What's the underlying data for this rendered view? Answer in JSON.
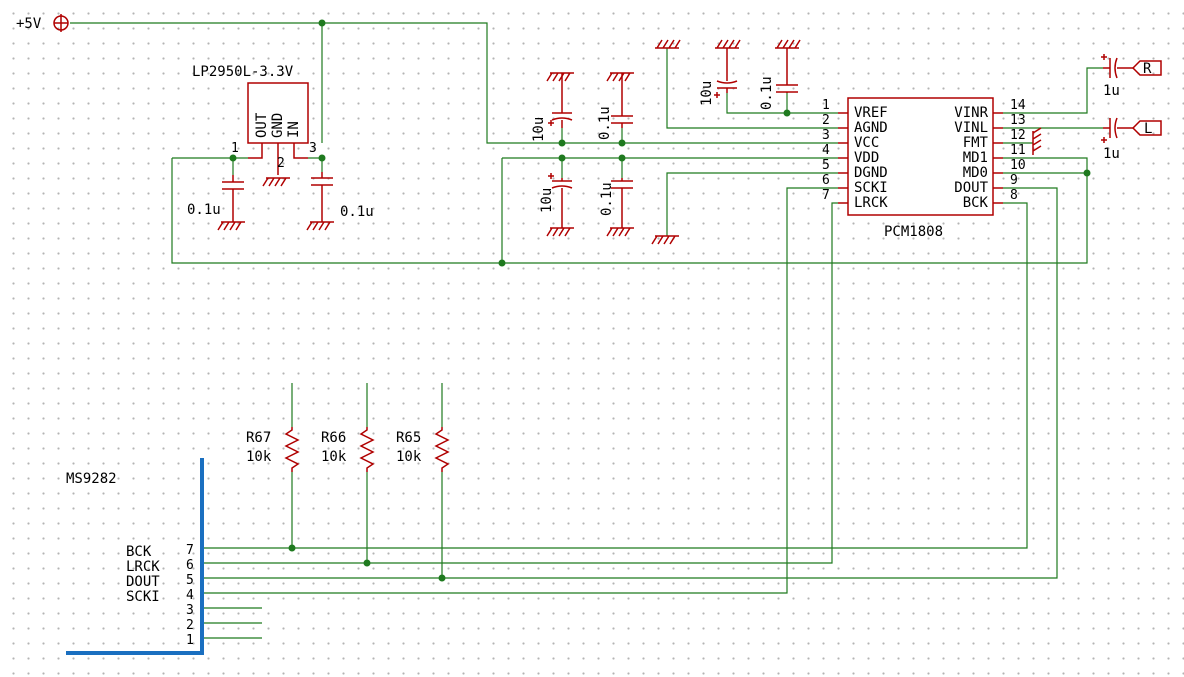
{
  "power": {
    "label": "+5V"
  },
  "regulator": {
    "part": "LP2950L-3.3V",
    "pins": [
      "OUT",
      "GND",
      "IN"
    ],
    "pin_numbers": [
      "1",
      "2",
      "3"
    ],
    "cap_left": "0.1u",
    "cap_right": "0.1u"
  },
  "decoupling": {
    "c_top_bulk": "10u",
    "c_top_cer": "0.1u",
    "c_bot_bulk": "10u",
    "c_bot_cer": "0.1u",
    "c_vref_bulk": "10u",
    "c_vref_cer": "0.1u"
  },
  "dac": {
    "part": "PCM1808",
    "left_pins": [
      {
        "num": "1",
        "name": "VREF"
      },
      {
        "num": "2",
        "name": "AGND"
      },
      {
        "num": "3",
        "name": "VCC"
      },
      {
        "num": "4",
        "name": "VDD"
      },
      {
        "num": "5",
        "name": "DGND"
      },
      {
        "num": "6",
        "name": "SCKI"
      },
      {
        "num": "7",
        "name": "LRCK"
      }
    ],
    "right_pins": [
      {
        "num": "14",
        "name": "VINR"
      },
      {
        "num": "13",
        "name": "VINL"
      },
      {
        "num": "12",
        "name": "FMT"
      },
      {
        "num": "11",
        "name": "MD1"
      },
      {
        "num": "10",
        "name": "MD0"
      },
      {
        "num": "9",
        "name": "DOUT"
      },
      {
        "num": "8",
        "name": "BCK"
      }
    ]
  },
  "inputs": {
    "r_label": "R",
    "l_label": "L",
    "cap_r": "1u",
    "cap_l": "1u"
  },
  "resistors": [
    {
      "ref": "R67",
      "value": "10k"
    },
    {
      "ref": "R66",
      "value": "10k"
    },
    {
      "ref": "R65",
      "value": "10k"
    }
  ],
  "connector": {
    "name": "MS9282",
    "pins": [
      {
        "num": "7",
        "name": "BCK"
      },
      {
        "num": "6",
        "name": "LRCK"
      },
      {
        "num": "5",
        "name": "DOUT"
      },
      {
        "num": "4",
        "name": "SCKI"
      },
      {
        "num": "3",
        "name": ""
      },
      {
        "num": "2",
        "name": ""
      },
      {
        "num": "1",
        "name": ""
      }
    ]
  },
  "colors": {
    "wire": "#1f7a1f",
    "component": "#b00000",
    "connector": "#1a6fc0",
    "grid": "#b4b4b4"
  }
}
